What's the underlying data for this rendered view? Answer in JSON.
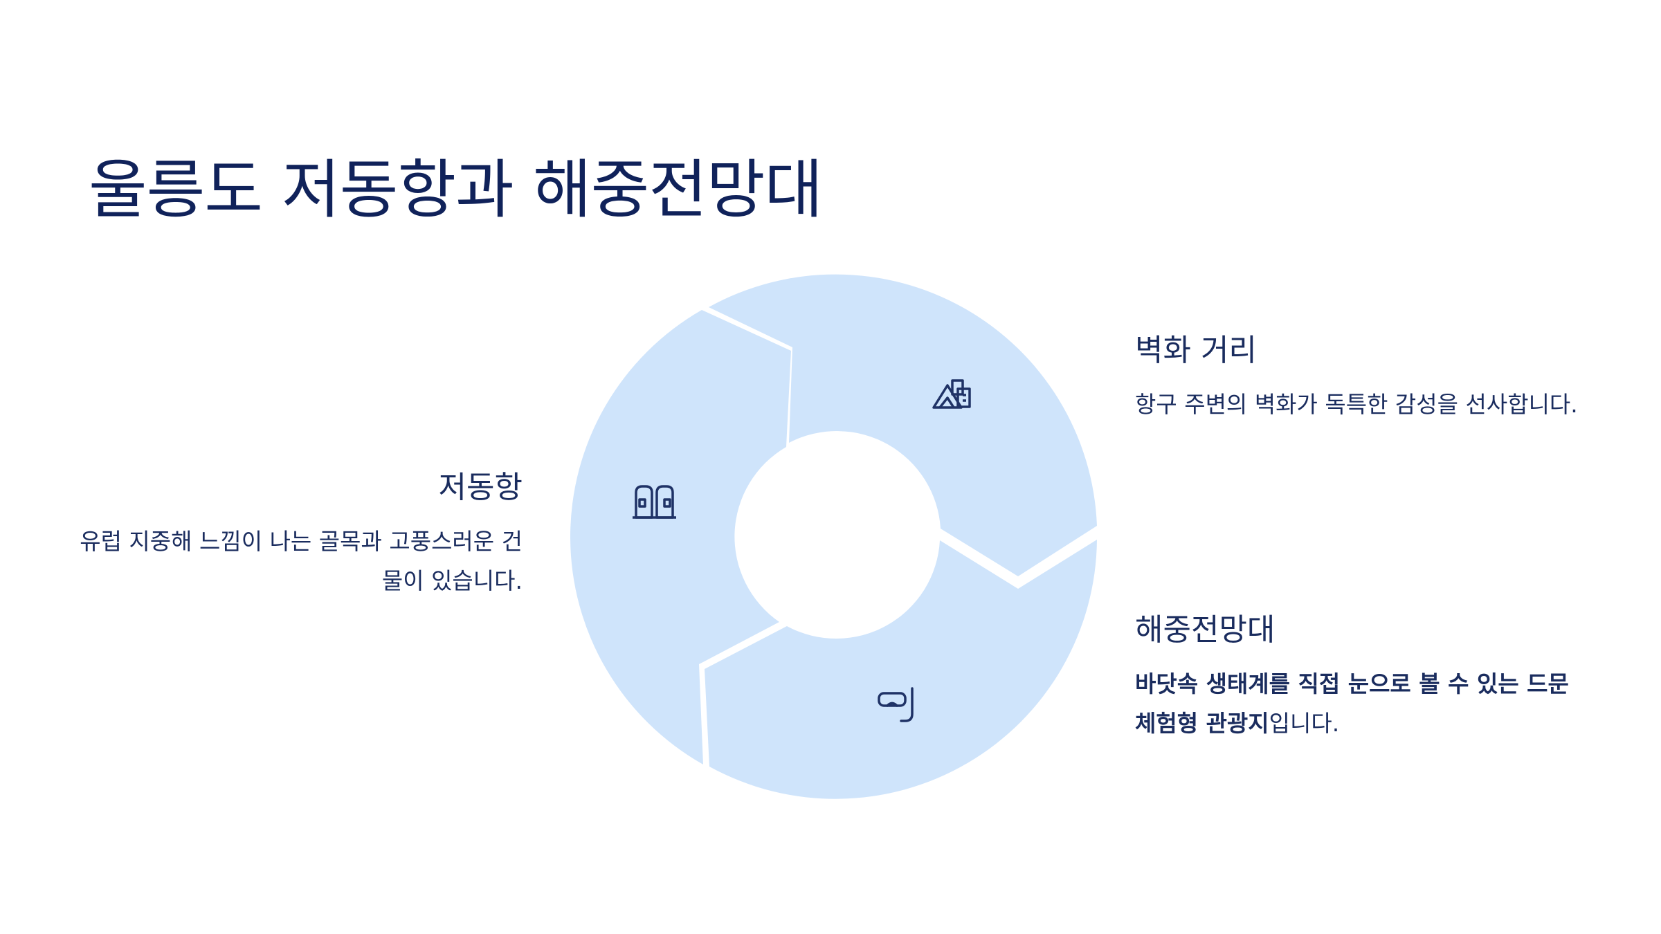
{
  "title": "울릉도 저동항과 해중전망대",
  "items": [
    {
      "heading": "저동항",
      "description": "유럽 지중해 느낌이 나는 골목과 고풍스러운 건물이 있습니다.",
      "icon": "door-icon"
    },
    {
      "heading": "벽화 거리",
      "description": "항구 주변의 벽화가 독특한 감성을 선사합니다.",
      "icon": "mural-icon"
    },
    {
      "heading": "해중전망대",
      "description_bold": "바닷속 생태계를 직접 눈으로 볼 수 있는 드문 체험형 관광지",
      "description_rest": "입니다.",
      "icon": "snorkel-icon"
    }
  ],
  "colors": {
    "segment_fill": "#cfe4fb",
    "text": "#14265a",
    "icon_stroke": "#1f3266"
  }
}
